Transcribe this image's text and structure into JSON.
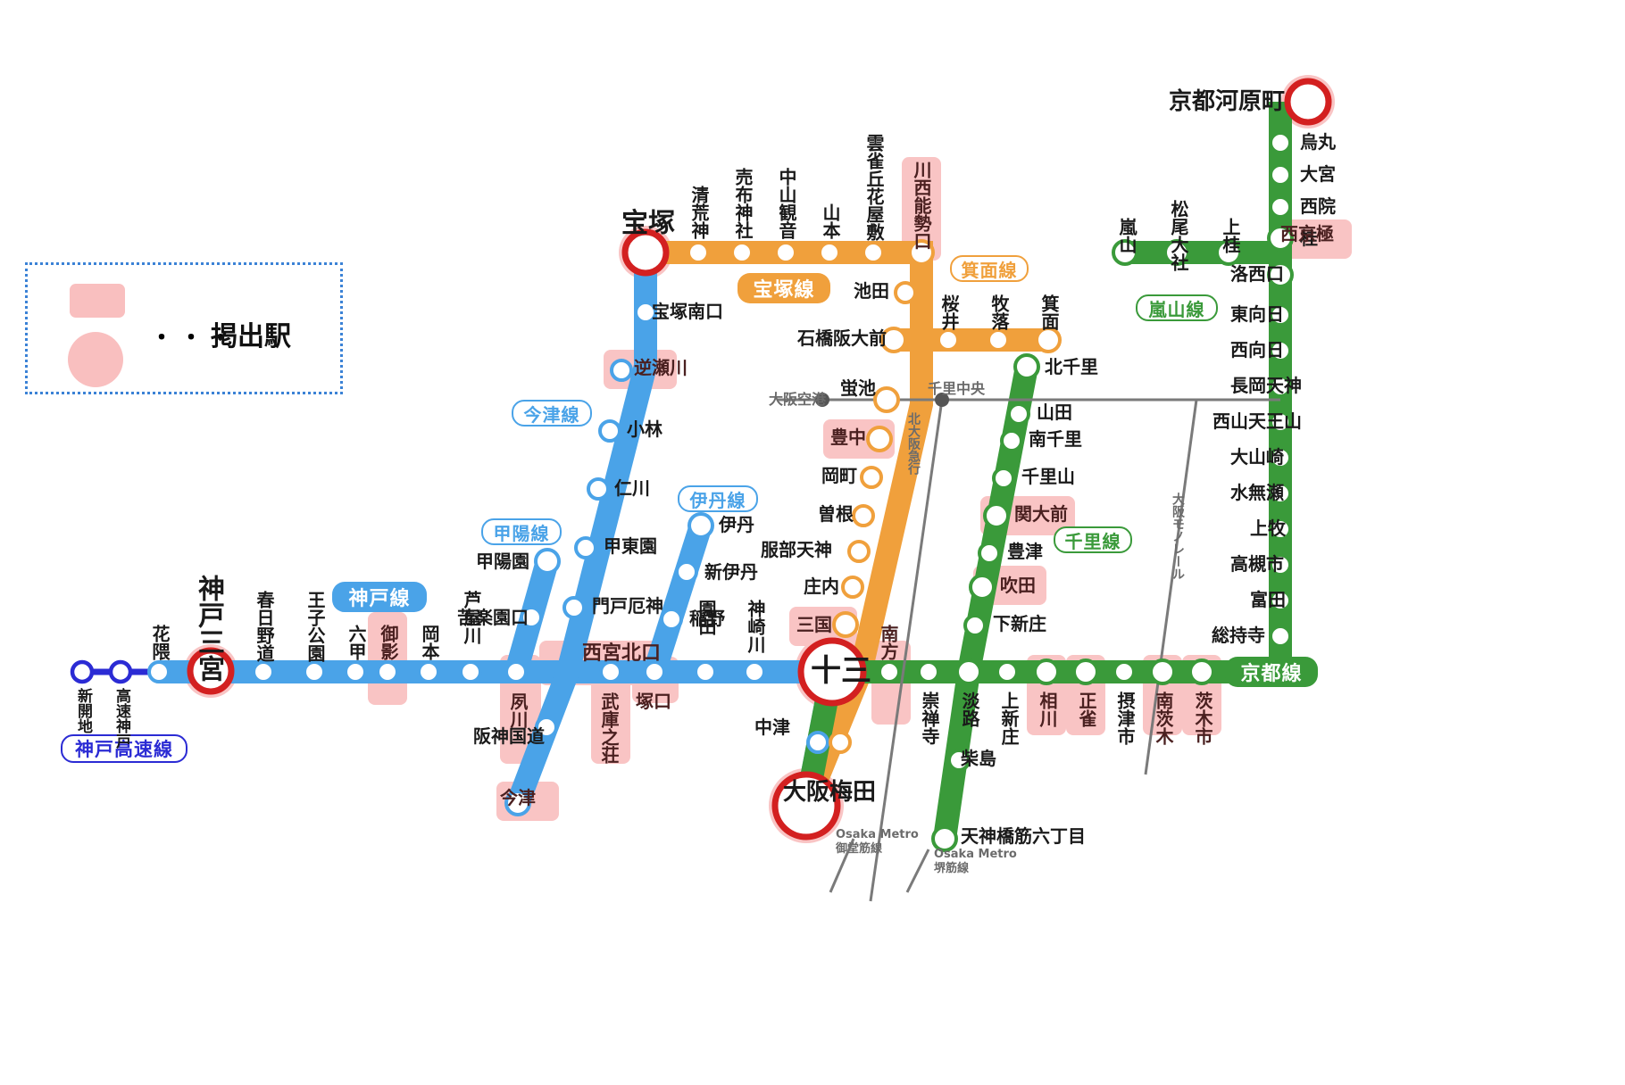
{
  "legend": {
    "dots": "・・・",
    "label": "掲出駅"
  },
  "line_badges": [
    {
      "id": "kobe-kosoku",
      "label": "神戸高速線",
      "color": "#2b2bd4",
      "style": "outline"
    },
    {
      "id": "kobe",
      "label": "神戸線",
      "color": "#4aa3e8",
      "style": "fill"
    },
    {
      "id": "koyo",
      "label": "甲陽線",
      "color": "#4aa3e8",
      "style": "outline"
    },
    {
      "id": "imazu",
      "label": "今津線",
      "color": "#4aa3e8",
      "style": "outline"
    },
    {
      "id": "itami",
      "label": "伊丹線",
      "color": "#4aa3e8",
      "style": "outline"
    },
    {
      "id": "takarazuka",
      "label": "宝塚線",
      "color": "#f0a03c",
      "style": "fill"
    },
    {
      "id": "mino",
      "label": "箕面線",
      "color": "#f0a03c",
      "style": "outline"
    },
    {
      "id": "senri",
      "label": "千里線",
      "color": "#3a9a3a",
      "style": "outline"
    },
    {
      "id": "arashiyama",
      "label": "嵐山線",
      "color": "#3a9a3a",
      "style": "outline"
    },
    {
      "id": "kyoto",
      "label": "京都線",
      "color": "#3a9a3a",
      "style": "fill"
    }
  ],
  "terminals": [
    {
      "name": "神戸三宮"
    },
    {
      "name": "宝塚"
    },
    {
      "name": "十三"
    },
    {
      "name": "大阪梅田"
    },
    {
      "name": "京都河原町"
    }
  ],
  "stations": {
    "kobe_kosoku": [
      "新開地",
      "高速神戸"
    ],
    "kobe_line": [
      "花隈",
      "神戸三宮",
      "春日野道",
      "王子公園",
      "六甲",
      "御影",
      "岡本",
      "芦屋川",
      "夙川",
      "西宮北口",
      "武庫之荘",
      "塚口",
      "園田",
      "神崎川",
      "十三"
    ],
    "koyo_line": [
      "甲陽園",
      "苦楽園口",
      "夙川"
    ],
    "imazu_line": [
      "宝塚",
      "宝塚南口",
      "逆瀬川",
      "小林",
      "仁川",
      "甲東園",
      "門戸厄神",
      "西宮北口",
      "阪神国道",
      "今津"
    ],
    "itami_line": [
      "伊丹",
      "新伊丹",
      "稲野",
      "塚口"
    ],
    "takarazuka_line": [
      "宝塚",
      "清荒神",
      "売布神社",
      "中山観音",
      "山本",
      "雲雀丘花屋敷",
      "川西能勢口",
      "池田",
      "石橋阪大前",
      "蛍池",
      "豊中",
      "岡町",
      "曽根",
      "服部天神",
      "庄内",
      "三国",
      "十三",
      "中津",
      "大阪梅田"
    ],
    "mino_line": [
      "石橋阪大前",
      "桜井",
      "牧落",
      "箕面"
    ],
    "senri_line": [
      "北千里",
      "山田",
      "南千里",
      "千里山",
      "関大前",
      "豊津",
      "吹田",
      "下新庄",
      "淡路",
      "柴島",
      "天神橋筋六丁目"
    ],
    "kyoto_line": [
      "京都河原町",
      "烏丸",
      "大宮",
      "西院",
      "西京極",
      "桂",
      "洛西口",
      "東向日",
      "西向日",
      "長岡天神",
      "西山天王山",
      "大山崎",
      "水無瀬",
      "上牧",
      "高槻市",
      "富田",
      "総持寺",
      "茨木市",
      "南茨木",
      "摂津市",
      "正雀",
      "相川",
      "上新庄",
      "淡路",
      "崇禅寺",
      "南方",
      "十三"
    ],
    "arashiyama_line": [
      "嵐山",
      "松尾大社",
      "上桂",
      "桂"
    ]
  },
  "highlighted_stations": [
    "御影",
    "夙川",
    "西宮北口",
    "武庫之荘",
    "塚口",
    "今津",
    "逆瀬川",
    "川西能勢口",
    "豊中",
    "三国",
    "南方",
    "十三",
    "大阪梅田",
    "関大前",
    "吹田",
    "相川",
    "正雀",
    "南茨木",
    "茨木市",
    "西京極",
    "神戸三宮",
    "宝塚",
    "京都河原町"
  ],
  "other_operators": [
    {
      "label": "大阪空港",
      "kind": "node"
    },
    {
      "label": "千里中央",
      "kind": "node"
    },
    {
      "label": "北大阪急行",
      "kind": "line"
    },
    {
      "label": "大阪モノレール",
      "kind": "line"
    },
    {
      "label": "Osaka Metro\n御堂筋線",
      "kind": "line",
      "l1": "Osaka Metro",
      "l2": "御堂筋線"
    },
    {
      "label": "Osaka Metro\n堺筋線",
      "kind": "line",
      "l1": "Osaka Metro",
      "l2": "堺筋線"
    }
  ],
  "colors": {
    "kobe": "#4aa3e8",
    "kosoku": "#2b2bd4",
    "takarazuka": "#f0a03c",
    "kyoto": "#3a9a3a",
    "highlight": "#f9c4c4",
    "terminal_ring": "#d32020",
    "gray_line": "#7a7a7a",
    "background": "#ffffff"
  }
}
